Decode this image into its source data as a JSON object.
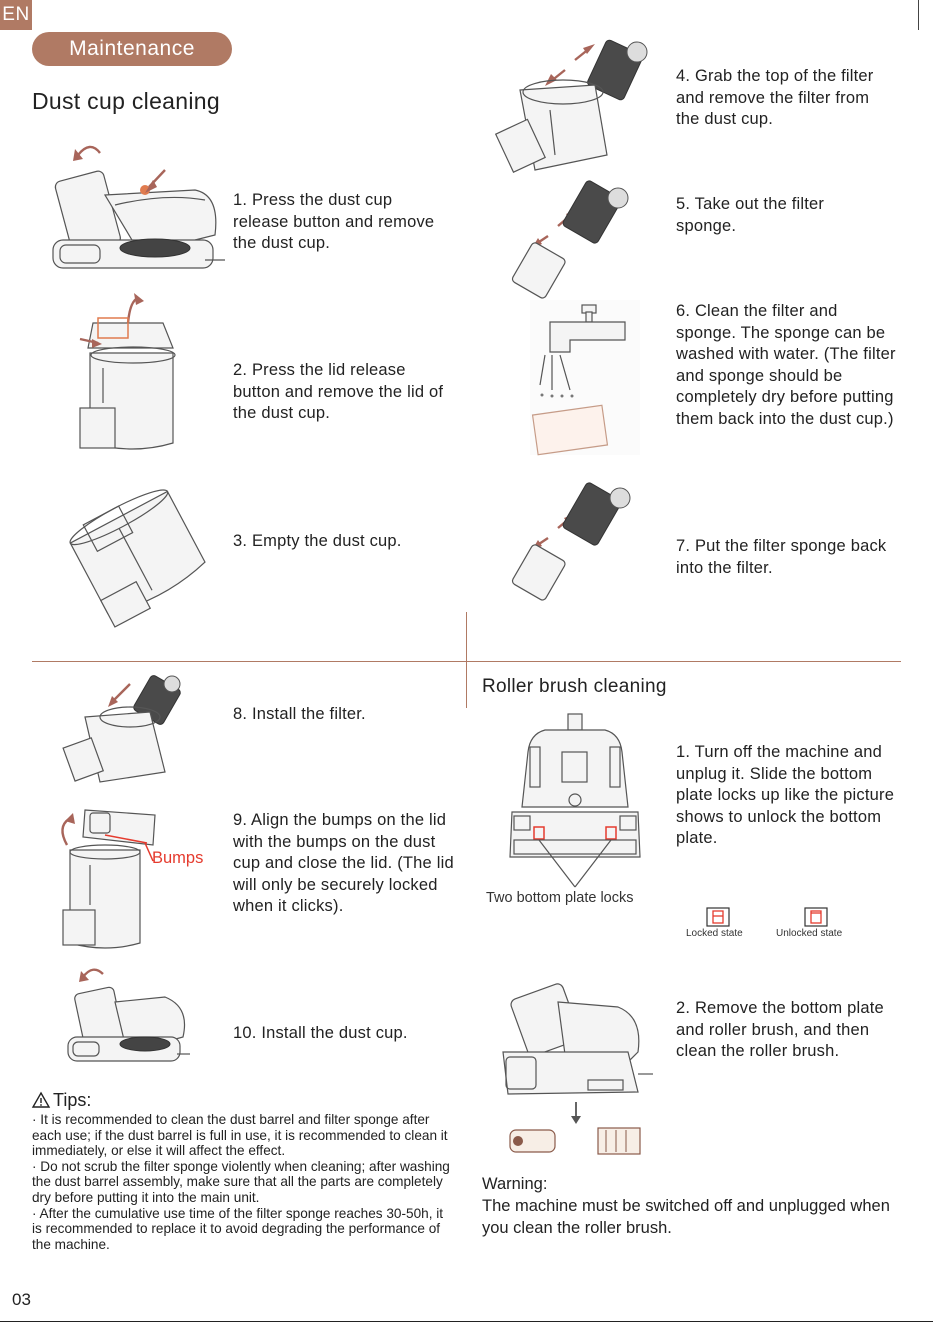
{
  "header": {
    "lang": "EN",
    "section_pill": "Maintenance"
  },
  "dust_cup": {
    "title": "Dust cup cleaning",
    "steps": [
      "1. Press the dust cup release button and remove the dust cup.",
      "2. Press the lid release button and remove the lid of the dust cup.",
      "3. Empty the dust cup.",
      "4. Grab the top of the filter and remove the filter from the dust cup.",
      "5. Take out the filter sponge.",
      "6. Clean the filter and sponge. The sponge can be washed with water. (The filter and sponge should be completely dry before putting them back into the dust cup.)",
      "7. Put the filter sponge back into the filter.",
      "8. Install the filter.",
      "9. Align the bumps on the lid with the bumps on the dust cup and close the lid. (The lid will only be securely locked when it clicks).",
      "10. Install the dust cup."
    ],
    "bumps_label": "Bumps"
  },
  "tips": {
    "title": "Tips:",
    "items": [
      "· It is recommended to clean the dust barrel and filter sponge after each use; if the dust barrel is full in use, it is recommended to clean it immediately, or else it will affect the effect.",
      "· Do not scrub the filter sponge violently when cleaning; after washing the dust barrel assembly, make sure that all the parts are completely dry before putting it into the main unit.",
      "· After the cumulative use time of the filter sponge reaches 30-50h, it is recommended to replace it to avoid degrading the performance of the machine."
    ]
  },
  "roller": {
    "title": "Roller brush cleaning",
    "steps": [
      "1. Turn off the machine and unplug it. Slide the bottom plate locks up like the picture shows to unlock the bottom plate.",
      "2. Remove the bottom plate and roller brush, and then clean the roller brush."
    ],
    "locks_label": "Two bottom plate locks",
    "locked_label": "Locked state",
    "unlocked_label": "Unlocked state",
    "warning_title": "Warning:",
    "warning_text": "The machine must be switched off and unplugged when you clean the roller brush."
  },
  "footer": {
    "page_number": "03"
  },
  "colors": {
    "accent": "#b07a64",
    "red": "#e53b2e"
  }
}
